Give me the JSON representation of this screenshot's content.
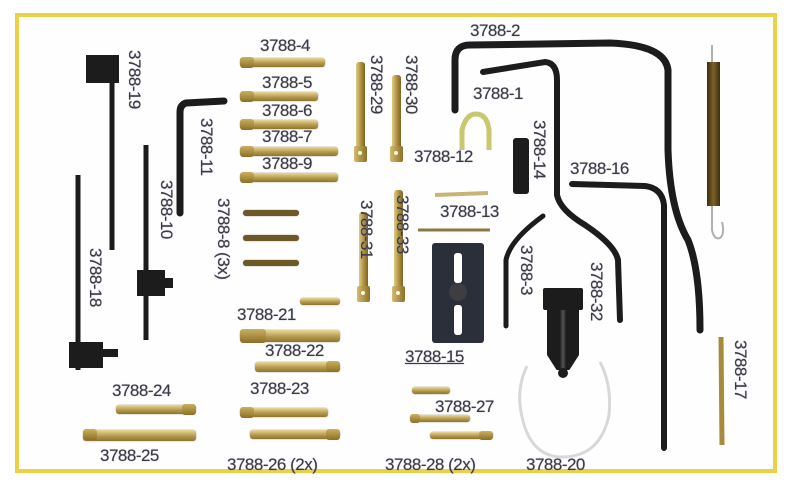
{
  "diagram": {
    "title": "",
    "border_color": "#ecd045",
    "tool_color": "#1c1c1c",
    "pin_color": "#b49a4c",
    "label_color": "#3a3a44",
    "labels": {
      "p1": "3788-1",
      "p2": "3788-2",
      "p3": "3788-3",
      "p4": "3788-4",
      "p5": "3788-5",
      "p6": "3788-6",
      "p7": "3788-7",
      "p8": "3788-8 (3x)",
      "p9": "3788-9",
      "p10": "3788-10",
      "p11": "3788-11",
      "p12": "3788-12",
      "p13": "3788-13",
      "p14": "3788-14",
      "p15": "3788-15",
      "p16": "3788-16",
      "p17": "3788-17",
      "p18": "3788-18",
      "p19": "3788-19",
      "p20": "3788-20",
      "p21": "3788-21",
      "p22": "3788-22",
      "p23": "3788-23",
      "p24": "3788-24",
      "p25": "3788-25",
      "p26": "3788-26 (2x)",
      "p27": "3788-27",
      "p28": "3788-28 (2x)",
      "p29": "3788-29",
      "p30": "3788-30",
      "p31": "3788-31",
      "p32": "3788-32",
      "p33": "3788-33"
    }
  }
}
